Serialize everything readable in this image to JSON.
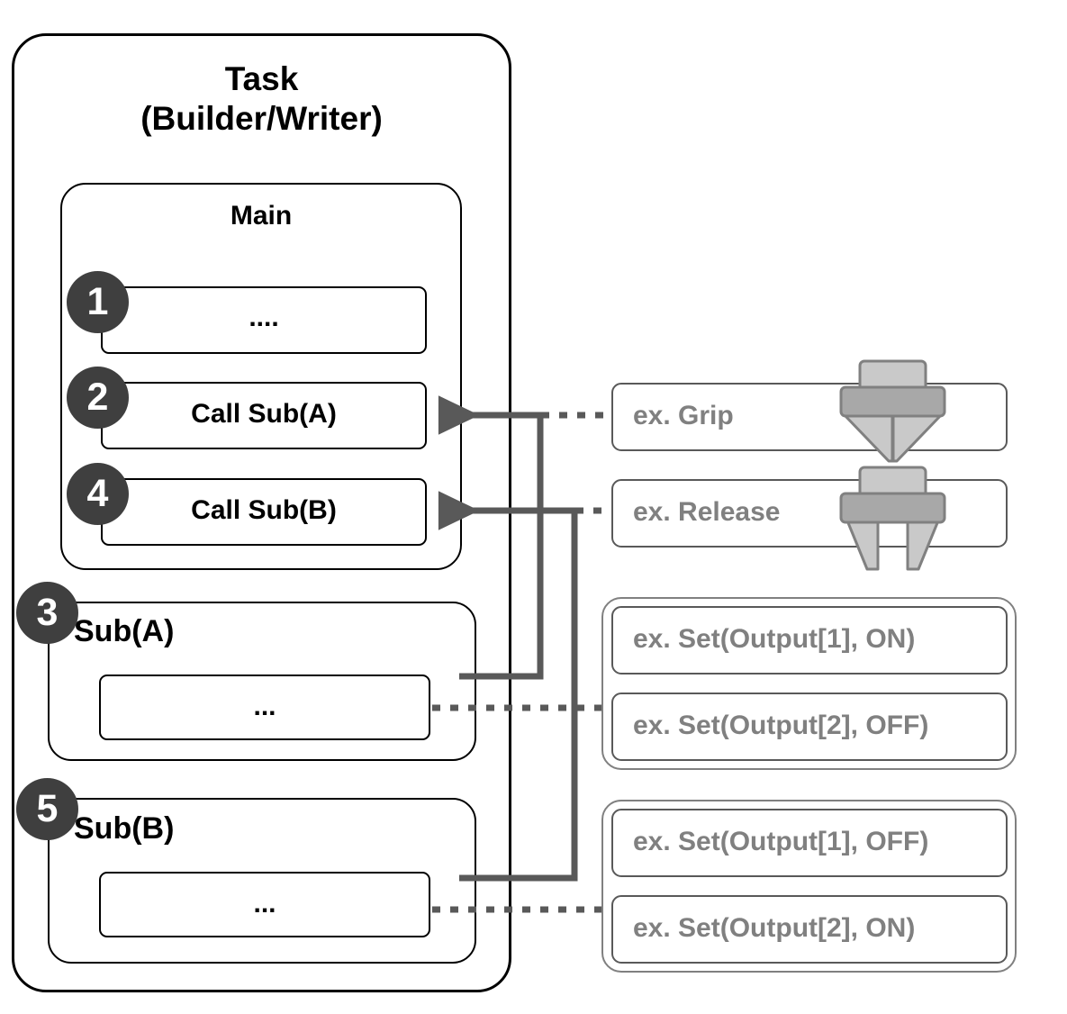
{
  "task": {
    "title_line1": "Task",
    "title_line2": "(Builder/Writer)",
    "main": {
      "title": "Main",
      "rows": [
        {
          "step": "1",
          "label": "...."
        },
        {
          "step": "2",
          "label": "Call Sub(A)"
        },
        {
          "step": "4",
          "label": "Call Sub(B)"
        }
      ]
    },
    "subs": [
      {
        "step": "3",
        "title": "Sub(A)",
        "body": "..."
      },
      {
        "step": "5",
        "title": "Sub(B)",
        "body": "..."
      }
    ]
  },
  "examples": {
    "motion": [
      {
        "label": "ex. Grip",
        "icon": "gripper-closed-icon"
      },
      {
        "label": "ex. Release",
        "icon": "gripper-open-icon"
      }
    ],
    "groups": [
      {
        "items": [
          {
            "label": "ex. Set(Output[1], ON)"
          },
          {
            "label": "ex. Set(Output[2], OFF)"
          }
        ]
      },
      {
        "items": [
          {
            "label": "ex. Set(Output[1], OFF)"
          },
          {
            "label": "ex. Set(Output[2], ON)"
          }
        ]
      }
    ]
  },
  "colors": {
    "structure_stroke": "#000000",
    "example_stroke": "#595959",
    "group_stroke": "#808080",
    "example_text": "#808080",
    "connector": "#595959",
    "step_circle_fill": "#3f3f3f",
    "icon_light": "#c9c9c9",
    "icon_mid": "#a8a8a8",
    "icon_stroke": "#808080"
  }
}
